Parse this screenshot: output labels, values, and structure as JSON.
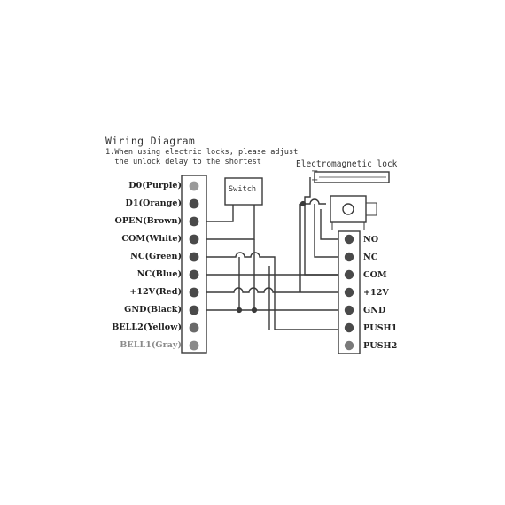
{
  "title": "Wiring Diagram",
  "note_line1": "1.When using electric locks, please adjust",
  "note_line2": "  the unlock delay to the shortest",
  "switch_label": "Switch",
  "electromagnetic_lock_label": "Electromagnetic lock",
  "plus_sign": "+",
  "minus_sign": "−",
  "left_terminals": [
    "D0(Purple)",
    "D1(Orange)",
    "OPEN(Brown)",
    "COM(White)",
    "NC(Green)",
    "NC(Blue)",
    "+12V(Red)",
    "GND(Black)",
    "BELL2(Yellow)",
    "BELL1(Gray)"
  ],
  "right_terminals": [
    "NO",
    "NC",
    "COM",
    "+12V",
    "GND",
    "PUSH1",
    "PUSH2"
  ],
  "colors": {
    "ink": "#2a2a2a",
    "wire": "#3a3a3a",
    "screw": "#4a4a4a",
    "faded": "#8a8a8a"
  }
}
